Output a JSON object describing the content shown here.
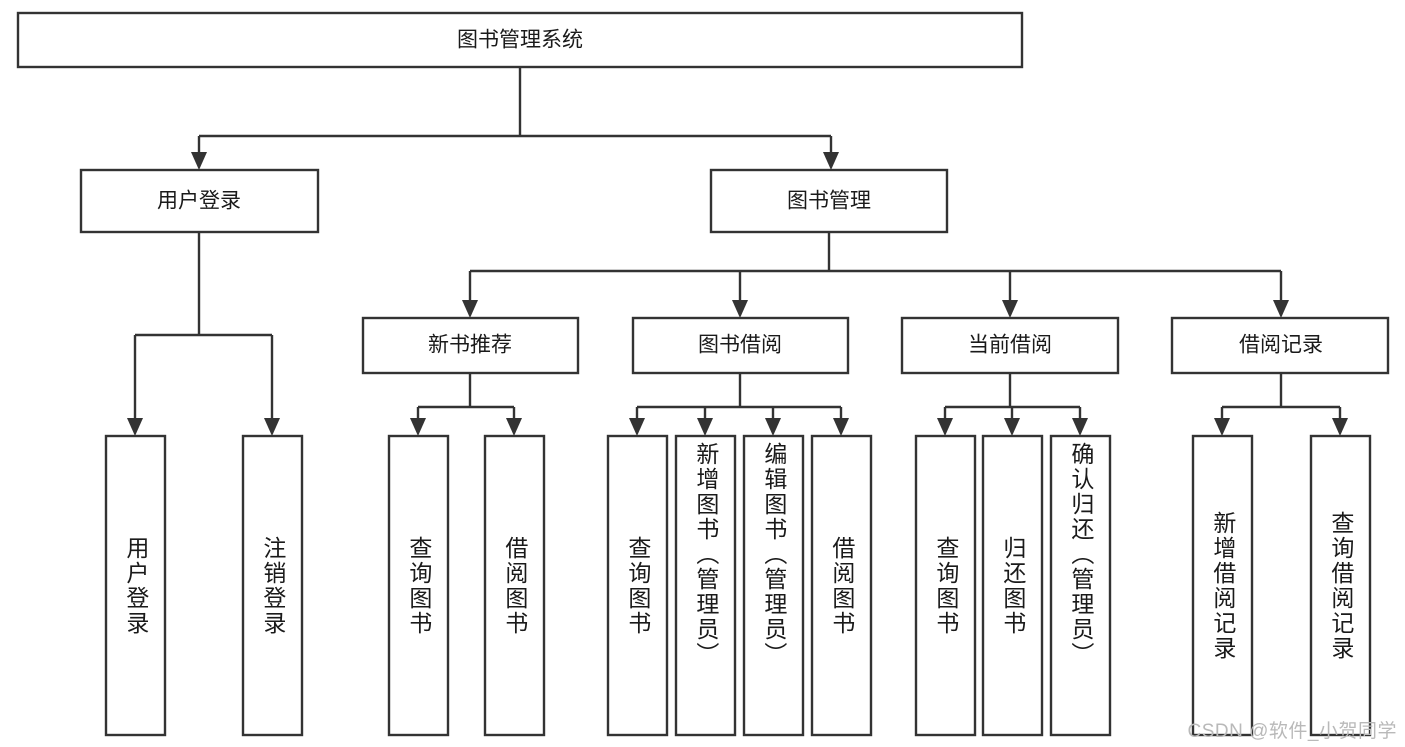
{
  "diagram": {
    "type": "tree-hierarchy-chart",
    "title": "图书管理系统",
    "orientation": "top-down",
    "colors": {
      "box_fill": "#ffffff",
      "box_stroke": "#333333",
      "text": "#1a1a1a",
      "background": "#ffffff",
      "watermark": "#b9b9b9"
    },
    "root": {
      "label": "图书管理系统"
    },
    "level2": [
      {
        "label": "用户登录"
      },
      {
        "label": "图书管理"
      }
    ],
    "level3": [
      {
        "label": "新书推荐"
      },
      {
        "label": "图书借阅"
      },
      {
        "label": "当前借阅"
      },
      {
        "label": "借阅记录"
      }
    ],
    "leaves": {
      "user_login": [
        {
          "label": "用户登录"
        },
        {
          "label": "注销登录"
        }
      ],
      "new_book_recommend": [
        {
          "label": "查询图书"
        },
        {
          "label": "借阅图书"
        }
      ],
      "book_borrow": [
        {
          "label": "查询图书"
        },
        {
          "label": "新增图书（管理员）"
        },
        {
          "label": "编辑图书（管理员）"
        },
        {
          "label": "借阅图书"
        }
      ],
      "current_borrow": [
        {
          "label": "查询图书"
        },
        {
          "label": "归还图书"
        },
        {
          "label": "确认归还（管理员）"
        }
      ],
      "borrow_record": [
        {
          "label": "新增借阅记录"
        },
        {
          "label": "查询借阅记录"
        }
      ]
    },
    "watermark": "CSDN @软件_小贺同学"
  }
}
